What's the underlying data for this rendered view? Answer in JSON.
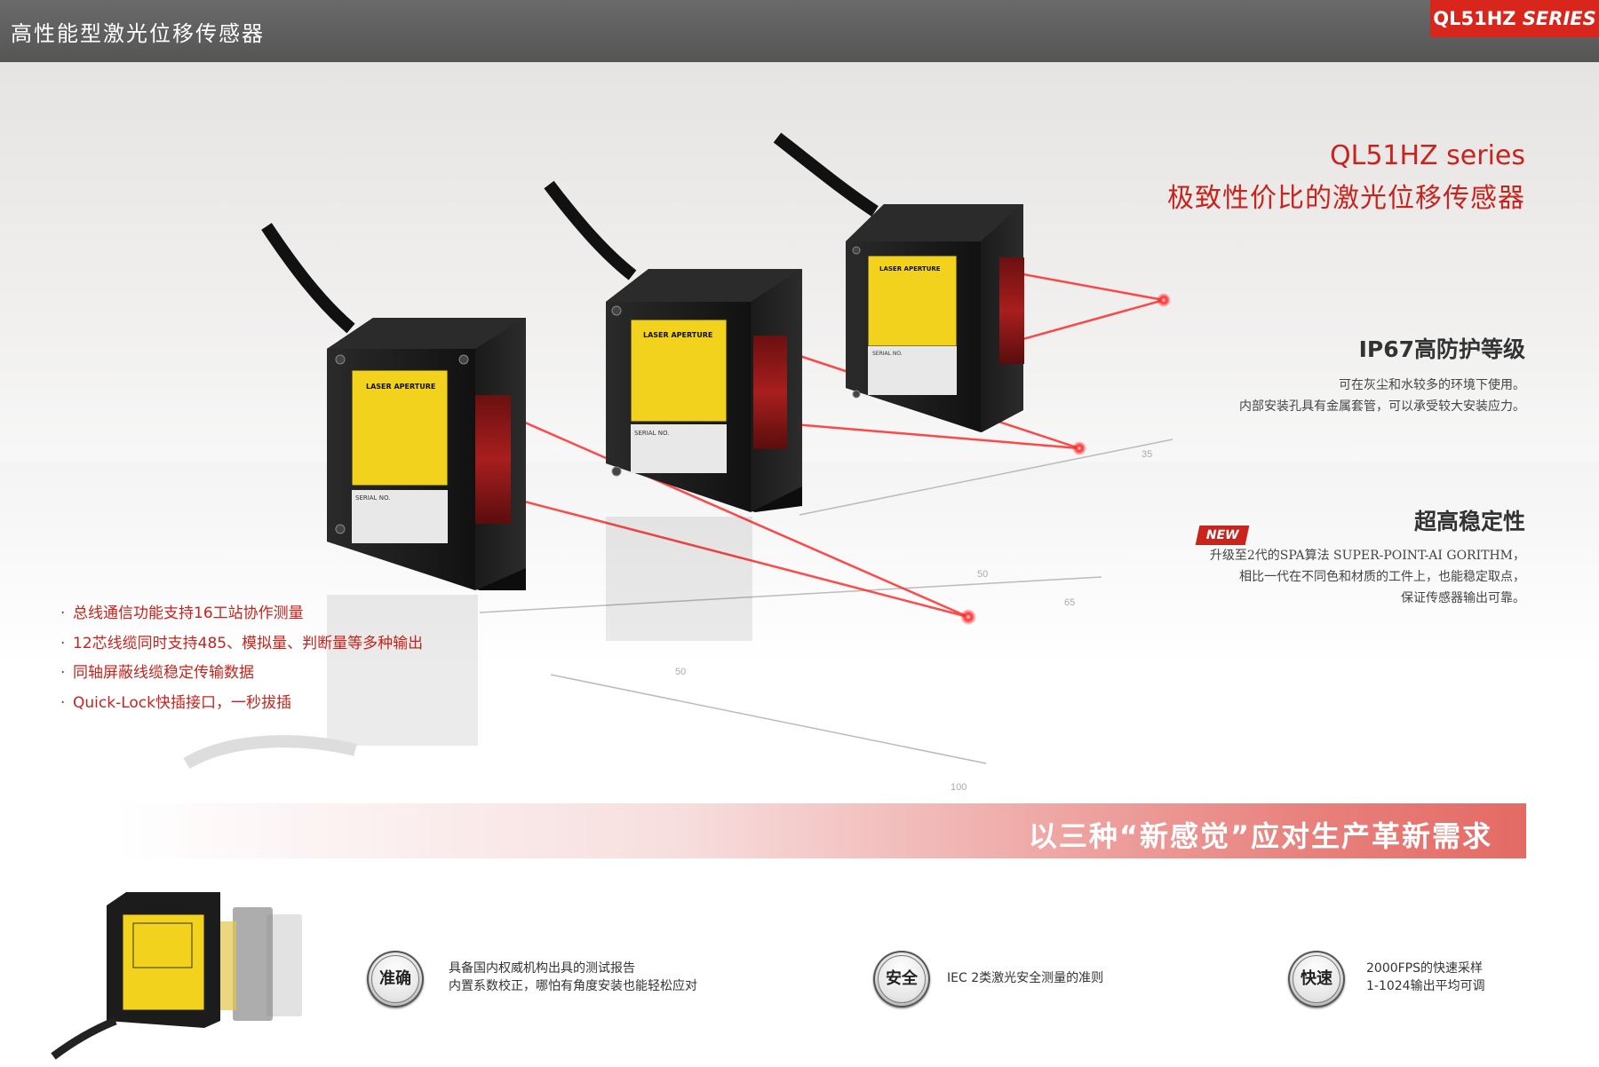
{
  "header": {
    "title": "高性能型激光位移传感器",
    "series_tag_main": "QL51HZ",
    "series_tag_italic": "SERIES"
  },
  "product": {
    "name": "QL51HZ series",
    "subtitle": "极致性价比的激光位移传感器"
  },
  "features": [
    {
      "title": "IP67高防护等级",
      "lines": [
        "可在灰尘和水较多的环境下使用。",
        "内部安装孔具有金属套管，可以承受较大安装应力。"
      ]
    },
    {
      "title": "超高稳定性",
      "badge": "NEW",
      "lines": [
        "升级至2代的SPA算法 SUPER-POINT-AI GORITHM，",
        "相比一代在不同色和材质的工件上，也能稳定取点，",
        "保证传感器输出可靠。"
      ]
    }
  ],
  "bullets": [
    "总线通信功能支持16工站协作测量",
    "12芯线缆同时支持485、模拟量、判断量等多种输出",
    "同轴屏蔽线缆稳定传输数据",
    "Quick-Lock快插接口，一秒拔插"
  ],
  "sensor_label": {
    "aperture": "LASER APERTURE",
    "serial": "SERIAL NO."
  },
  "ruler_ticks": [
    "50",
    "65",
    "50",
    "100",
    "35"
  ],
  "banner": "以三种“新感觉”应对生产革新需求",
  "highlights": [
    {
      "badge": "准确",
      "lines": [
        "具备国内权威机构出具的测试报告",
        "内置系数校正，哪怕有角度安装也能轻松应对"
      ]
    },
    {
      "badge": "安全",
      "lines": [
        "IEC 2类激光安全测量的准则"
      ]
    },
    {
      "badge": "快速",
      "lines": [
        "2000FPS的快速采样",
        "1-1024输出平均可调"
      ]
    }
  ],
  "colors": {
    "accent_red": "#c8231d",
    "header_gray": "#5e5e5e",
    "laser_red": "#ff2a2a",
    "label_yellow": "#f2d21c"
  }
}
